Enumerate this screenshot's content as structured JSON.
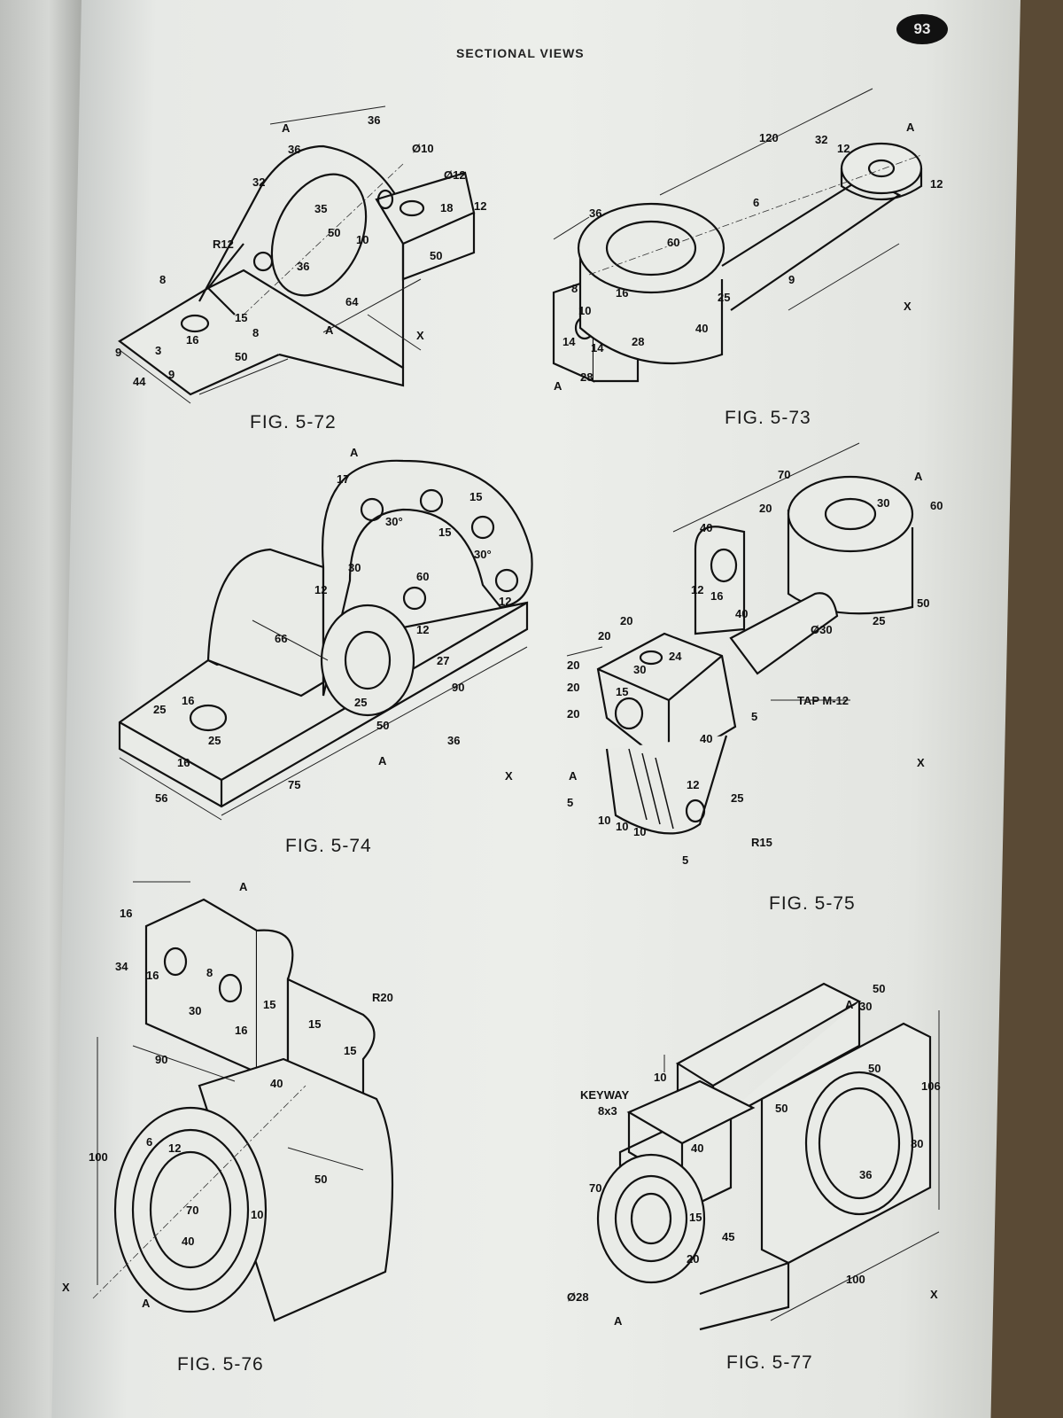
{
  "header": {
    "title": "SECTIONAL VIEWS",
    "page_number": "93"
  },
  "figures": [
    {
      "caption": "FIG. 5-72",
      "labels": [
        "36",
        "36",
        "32",
        "Ø10",
        "Ø12",
        "R12",
        "35",
        "50",
        "10",
        "36",
        "64",
        "50",
        "15",
        "8",
        "16",
        "3",
        "9",
        "9",
        "44",
        "50",
        "12",
        "18",
        "8",
        "A",
        "A",
        "X"
      ]
    },
    {
      "caption": "FIG. 5-73",
      "labels": [
        "120",
        "32",
        "12",
        "36",
        "60",
        "6",
        "12",
        "8",
        "16",
        "25",
        "40",
        "28",
        "10",
        "14",
        "14",
        "28",
        "9",
        "A",
        "A",
        "X"
      ]
    },
    {
      "caption": "FIG. 5-74",
      "labels": [
        "17",
        "30°",
        "15",
        "30°",
        "12",
        "30",
        "60",
        "66",
        "12",
        "27",
        "25",
        "25",
        "16",
        "25",
        "16",
        "56",
        "75",
        "90",
        "50",
        "36",
        "A",
        "A",
        "X"
      ]
    },
    {
      "caption": "FIG. 5-75",
      "labels": [
        "70",
        "40",
        "20",
        "30",
        "60",
        "12",
        "16",
        "40",
        "Ø30",
        "20",
        "20",
        "20",
        "24",
        "20",
        "20",
        "15",
        "30",
        "TAP M-12",
        "5",
        "40",
        "25",
        "50",
        "12",
        "25",
        "10",
        "10",
        "10",
        "5",
        "5",
        "R15",
        "A",
        "A",
        "X"
      ]
    },
    {
      "caption": "FIG. 5-76",
      "labels": [
        "16",
        "34",
        "16",
        "8",
        "30",
        "16",
        "15",
        "15",
        "R20",
        "15",
        "90",
        "40",
        "100",
        "6",
        "12",
        "70",
        "40",
        "10",
        "50",
        "A",
        "A",
        "X"
      ]
    },
    {
      "caption": "FIG. 5-77",
      "labels": [
        "50",
        "30",
        "10",
        "50",
        "KEYWAY",
        "8x3",
        "50",
        "40",
        "106",
        "80",
        "36",
        "70",
        "15",
        "45",
        "20",
        "Ø28",
        "100",
        "A",
        "A",
        "X"
      ]
    }
  ]
}
